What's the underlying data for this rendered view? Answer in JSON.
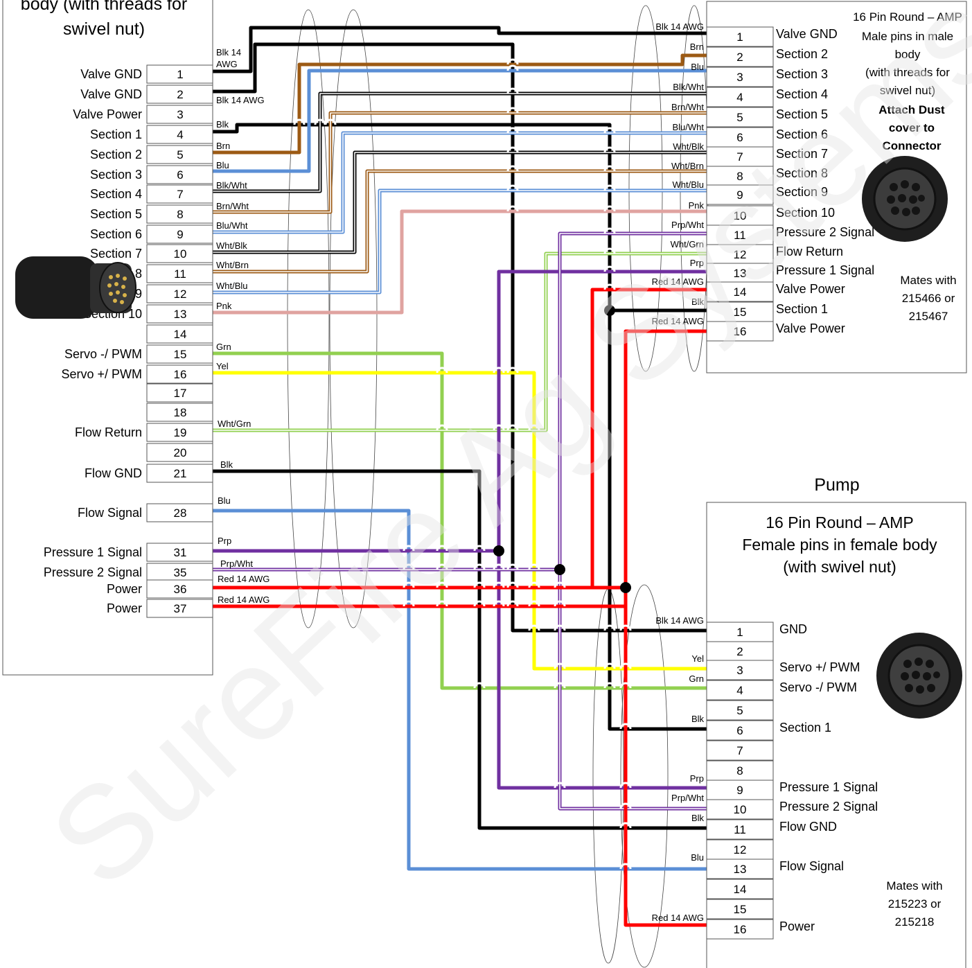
{
  "watermark": "SureFire Ag Systems",
  "left_connector": {
    "title_lines": [
      "body (with threads for",
      "swivel nut)"
    ],
    "pins": [
      {
        "num": "1",
        "label": "Valve GND"
      },
      {
        "num": "2",
        "label": "Valve GND"
      },
      {
        "num": "3",
        "label": "Valve Power"
      },
      {
        "num": "4",
        "label": "Section 1"
      },
      {
        "num": "5",
        "label": "Section 2"
      },
      {
        "num": "6",
        "label": "Section 3"
      },
      {
        "num": "7",
        "label": "Section 4"
      },
      {
        "num": "8",
        "label": "Section 5"
      },
      {
        "num": "9",
        "label": "Section 6"
      },
      {
        "num": "10",
        "label": "Section 7"
      },
      {
        "num": "11",
        "label": "Section 8"
      },
      {
        "num": "12",
        "label": "Section 9"
      },
      {
        "num": "13",
        "label": "Section 10"
      },
      {
        "num": "14",
        "label": ""
      },
      {
        "num": "15",
        "label": "Servo -/ PWM"
      },
      {
        "num": "16",
        "label": "Servo +/ PWM"
      },
      {
        "num": "17",
        "label": ""
      },
      {
        "num": "18",
        "label": ""
      },
      {
        "num": "19",
        "label": "Flow Return"
      },
      {
        "num": "20",
        "label": ""
      },
      {
        "num": "21",
        "label": "Flow GND"
      },
      {
        "num": "28",
        "label": "Flow Signal"
      },
      {
        "num": "31",
        "label": "Pressure 1 Signal"
      },
      {
        "num": "35",
        "label": "Pressure 2 Signal"
      },
      {
        "num": "36",
        "label": "Power"
      },
      {
        "num": "37",
        "label": "Power"
      }
    ],
    "wire_labels": [
      {
        "text": "Blk 14"
      },
      {
        "text": "AWG"
      },
      {
        "text": "Blk 14 AWG"
      },
      {
        "text": "Blk"
      },
      {
        "text": "Brn"
      },
      {
        "text": "Blu"
      },
      {
        "text": "Blk/Wht"
      },
      {
        "text": "Brn/Wht"
      },
      {
        "text": "Blu/Wht"
      },
      {
        "text": "Wht/Blk"
      },
      {
        "text": "Wht/Brn"
      },
      {
        "text": "Wht/Blu"
      },
      {
        "text": "Pnk"
      },
      {
        "text": "Grn"
      },
      {
        "text": "Yel"
      },
      {
        "text": "Wht/Grn"
      },
      {
        "text": "Blk"
      },
      {
        "text": "Blu"
      },
      {
        "text": "Prp"
      },
      {
        "text": "Prp/Wht"
      },
      {
        "text": "Red 14 AWG"
      },
      {
        "text": "Red 14 AWG"
      }
    ]
  },
  "valve_connector": {
    "description": [
      "16 Pin Round – AMP",
      "Male pins in male",
      "body",
      "(with threads for",
      "swivel nut)"
    ],
    "note": [
      "Attach Dust",
      "cover to",
      "Connector"
    ],
    "mates": [
      "Mates with",
      "215466 or",
      "215467"
    ],
    "pins": [
      {
        "num": "1",
        "label": "Valve GND",
        "wire": "Blk 14 AWG"
      },
      {
        "num": "2",
        "label": "Section 2",
        "wire": "Brn"
      },
      {
        "num": "3",
        "label": "Section 3",
        "wire": "Blu"
      },
      {
        "num": "4",
        "label": "Section 4",
        "wire": "Blk/Wht"
      },
      {
        "num": "5",
        "label": "Section 5",
        "wire": "Brn/Wht"
      },
      {
        "num": "6",
        "label": "Section 6",
        "wire": "Blu/Wht"
      },
      {
        "num": "7",
        "label": "Section 7",
        "wire": "Wht/Blk"
      },
      {
        "num": "8",
        "label": "Section 8",
        "wire": "Wht/Brn"
      },
      {
        "num": "9",
        "label": "Section 9",
        "wire": "Wht/Blu"
      },
      {
        "num": "10",
        "label": "Section 10",
        "wire": "Pnk"
      },
      {
        "num": "11",
        "label": "Pressure 2 Signal",
        "wire": "Prp/Wht"
      },
      {
        "num": "12",
        "label": "Flow Return",
        "wire": "Wht/Grn"
      },
      {
        "num": "13",
        "label": "Pressure 1 Signal",
        "wire": "Prp"
      },
      {
        "num": "14",
        "label": "Valve Power",
        "wire": "Red 14 AWG"
      },
      {
        "num": "15",
        "label": "Section 1",
        "wire": "Blk"
      },
      {
        "num": "16",
        "label": "Valve Power",
        "wire": "Red 14 AWG"
      }
    ]
  },
  "pump_connector": {
    "heading": "Pump",
    "description": [
      "16 Pin Round – AMP",
      "Female pins in female body",
      "(with swivel nut)"
    ],
    "mates": [
      "Mates with",
      "215223 or",
      "215218"
    ],
    "pins": [
      {
        "num": "1",
        "label": "GND",
        "wire": "Blk 14 AWG"
      },
      {
        "num": "2",
        "label": "",
        "wire": ""
      },
      {
        "num": "3",
        "label": "Servo +/ PWM",
        "wire": "Yel"
      },
      {
        "num": "4",
        "label": "Servo -/ PWM",
        "wire": "Grn"
      },
      {
        "num": "5",
        "label": "",
        "wire": ""
      },
      {
        "num": "6",
        "label": "Section 1",
        "wire": "Blk"
      },
      {
        "num": "7",
        "label": "",
        "wire": ""
      },
      {
        "num": "8",
        "label": "",
        "wire": ""
      },
      {
        "num": "9",
        "label": "Pressure 1 Signal",
        "wire": "Prp"
      },
      {
        "num": "10",
        "label": "Pressure 2 Signal",
        "wire": "Prp/Wht"
      },
      {
        "num": "11",
        "label": "Flow GND",
        "wire": "Blk"
      },
      {
        "num": "12",
        "label": "",
        "wire": ""
      },
      {
        "num": "13",
        "label": "Flow Signal",
        "wire": "Blu"
      },
      {
        "num": "14",
        "label": "",
        "wire": ""
      },
      {
        "num": "15",
        "label": "",
        "wire": ""
      },
      {
        "num": "16",
        "label": "Power",
        "wire": "Red 14 AWG"
      }
    ]
  },
  "colors": {
    "black": "#000000",
    "brown": "#9c5a14",
    "blue": "#5b8fd6",
    "pink": "#e0a3a0",
    "green": "#92d050",
    "yellow": "#ffff00",
    "purple": "#7030a0",
    "red": "#ff0000",
    "white_stripe": "#ffffff"
  }
}
